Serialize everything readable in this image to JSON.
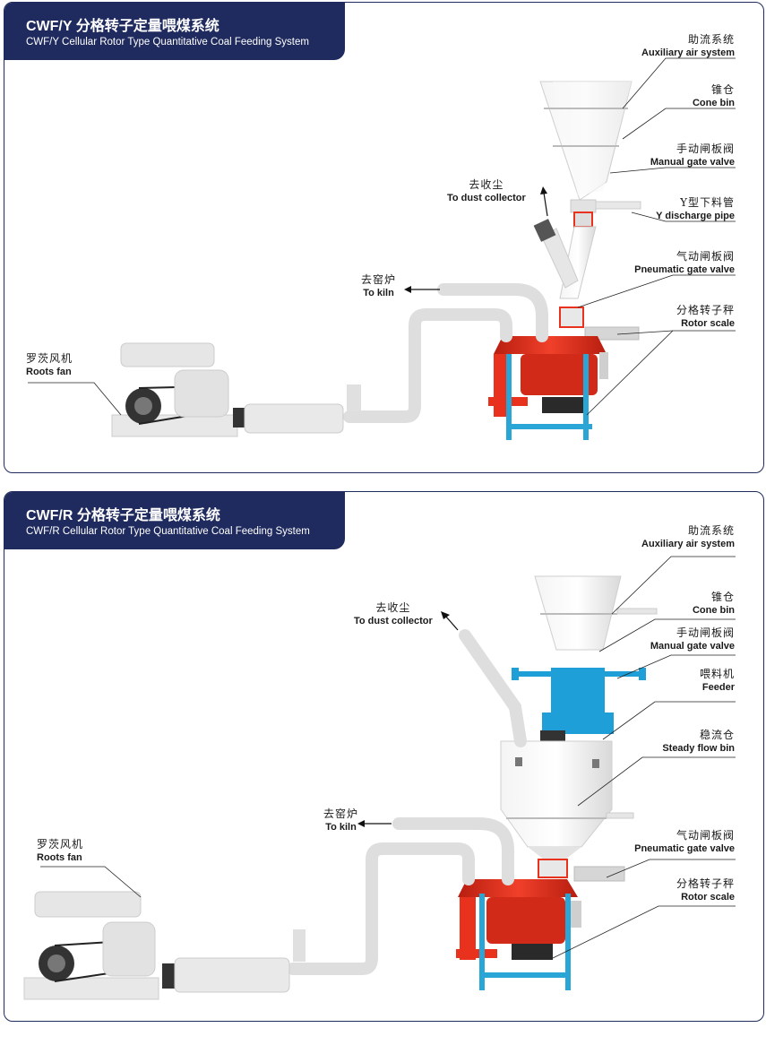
{
  "panels": [
    {
      "title_zh": "CWF/Y 分格转子定量喂煤系统",
      "title_en": "CWF/Y Cellular Rotor Type Quantitative Coal Feeding System",
      "labels": {
        "aux_zh": "助流系统",
        "aux_en": "Auxiliary air system",
        "cone_zh": "锥仓",
        "cone_en": "Cone bin",
        "manual_zh": "手动闸板阀",
        "manual_en": "Manual gate valve",
        "ydis_zh": "Y型下料管",
        "ydis_en": "Y discharge pipe",
        "pneu_zh": "气动闸板阀",
        "pneu_en": "Pneumatic gate valve",
        "rotor_zh": "分格转子秤",
        "rotor_en": "Rotor scale",
        "dust_zh": "去收尘",
        "dust_en": "To dust collector",
        "kiln_zh": "去窑炉",
        "kiln_en": "To kiln",
        "fan_zh": "罗茨风机",
        "fan_en": "Roots fan"
      }
    },
    {
      "title_zh": "CWF/R 分格转子定量喂煤系统",
      "title_en": "CWF/R Cellular Rotor Type Quantitative Coal Feeding System",
      "labels": {
        "aux_zh": "助流系统",
        "aux_en": "Auxiliary air system",
        "cone_zh": "锥仓",
        "cone_en": "Cone bin",
        "manual_zh": "手动闸板阀",
        "manual_en": "Manual gate valve",
        "feeder_zh": "喂料机",
        "feeder_en": "Feeder",
        "steady_zh": "稳流仓",
        "steady_en": "Steady flow bin",
        "pneu_zh": "气动闸板阀",
        "pneu_en": "Pneumatic gate valve",
        "rotor_zh": "分格转子秤",
        "rotor_en": "Rotor scale",
        "dust_zh": "去收尘",
        "dust_en": "To dust collector",
        "kiln_zh": "去窑炉",
        "kiln_en": "To kiln",
        "fan_zh": "罗茨风机",
        "fan_en": "Roots fan"
      }
    }
  ],
  "colors": {
    "header": "#1f2b5e",
    "rotor_red": "#e8321e",
    "frame_blue": "#2aa6d6",
    "feeder_blue": "#1e9fd8",
    "equipment_gray": "#e6e6e6"
  }
}
